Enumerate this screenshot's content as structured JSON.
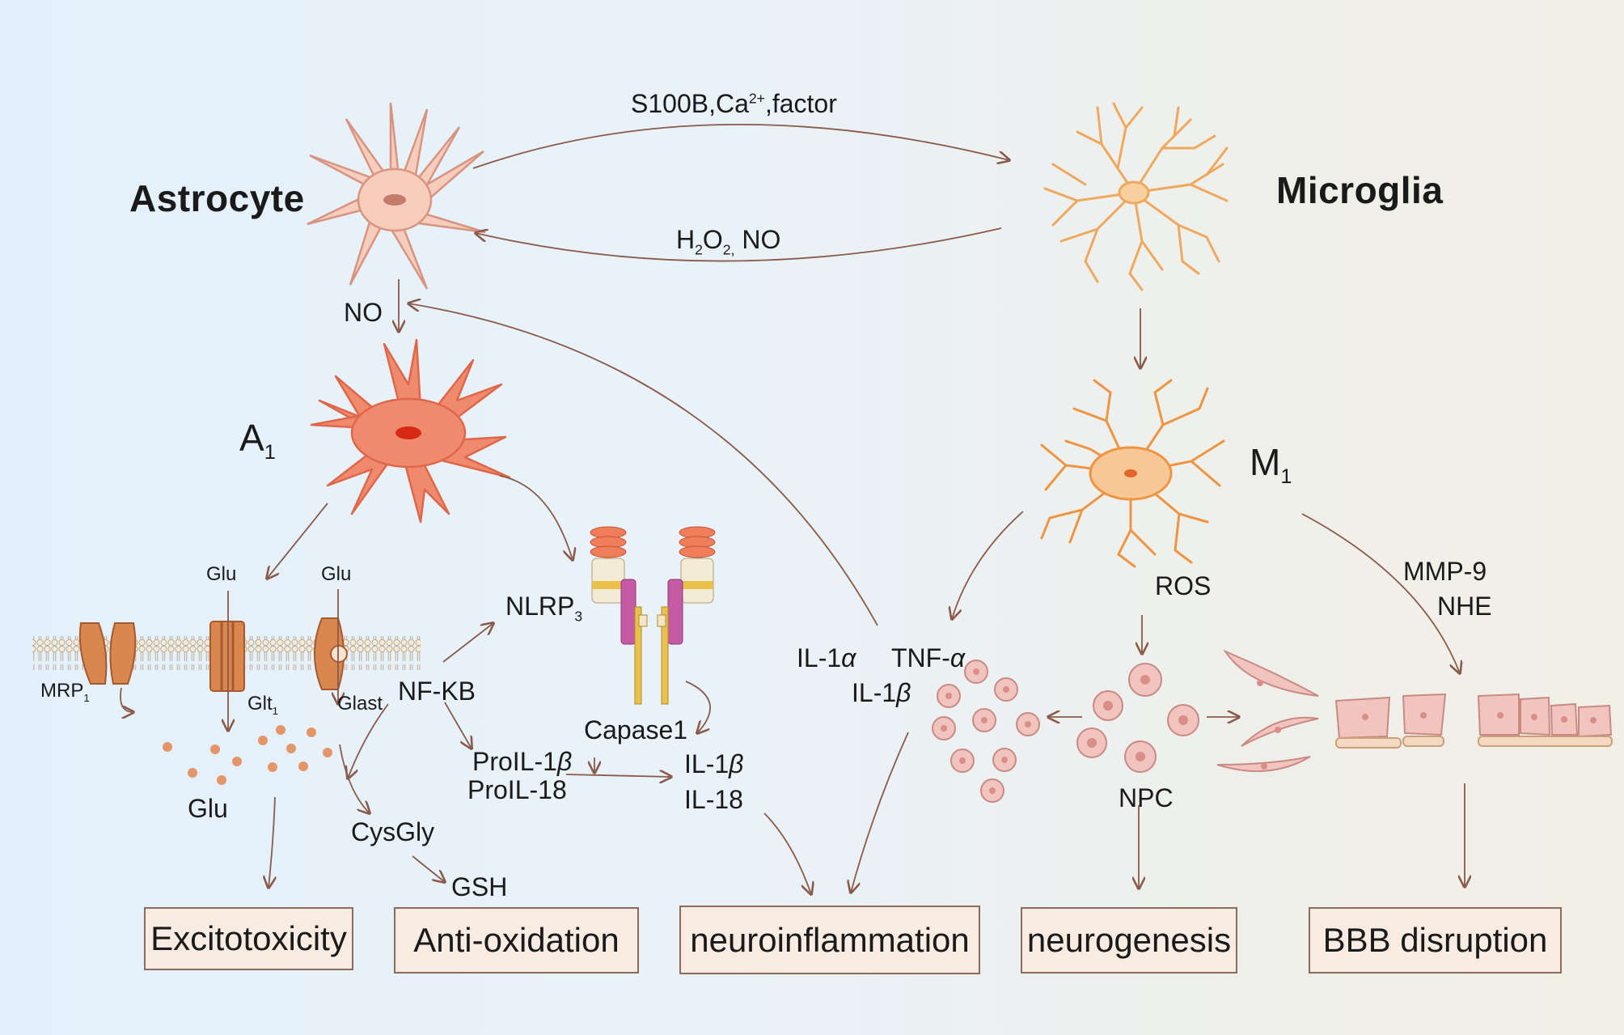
{
  "cells": {
    "astrocyte": "Astrocyte",
    "microglia": "Microglia",
    "a1_main": "A",
    "a1_sub": "1",
    "m1_main": "M",
    "m1_sub": "1"
  },
  "signals": {
    "s100b_pre": "S100B,Ca",
    "s100b_sup": "2+",
    "s100b_post": ",factor",
    "h_main": "H",
    "h_sub": "2",
    "o_main": "O",
    "o_sub": "2,",
    "no_after": " NO",
    "no": "NO",
    "ros": "ROS",
    "mmp9": "MMP-9",
    "nhe": "NHE"
  },
  "molecules": {
    "glu_left": "Glu",
    "glu_right": "Glu",
    "glu_bottom": "Glu",
    "mrp_main": "MRP",
    "mrp_sub": "1",
    "glt_main": "Glt",
    "glt_sub": "1",
    "glast": "Glast",
    "nfkb": "NF-KB",
    "nlrp_main": "NLRP",
    "nlrp_sub": "3",
    "capase": "Capase1",
    "proil1b_pre": "ProIL-1",
    "proil18": "ProIL-18",
    "il1b_pre": "IL-1",
    "il18": "IL-18",
    "cysgly": "CysGly",
    "gsh": "GSH",
    "il1a_pre": "IL-1",
    "tnfa_pre": "TNF-",
    "il1b2_pre": "IL-1",
    "npc": "NPC",
    "alpha": "α",
    "beta": "β"
  },
  "outcomes": {
    "excitotoxicity": "Excitotoxicity",
    "antioxidation": "Anti-oxidation",
    "neuroinflammation": "neuroinflammation",
    "neurogenesis": "neurogenesis",
    "bbb": "BBB disruption"
  },
  "colors": {
    "arrow": "#8a5a4a",
    "astro_light": "#f6cdbd",
    "astro_dark": "#f08a6c",
    "microglia": "#f3b06a",
    "box_fill": "#f8ebe2",
    "cell_pink": "#efb8b2"
  }
}
